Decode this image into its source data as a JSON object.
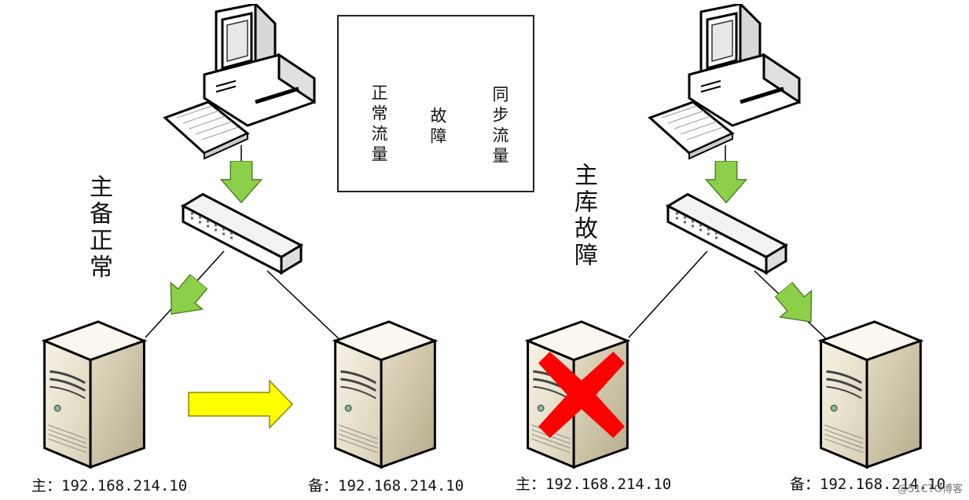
{
  "legend": {
    "normal": "正常流量",
    "fault": "故障",
    "sync": "同步流量"
  },
  "left_scenario": {
    "label": "主备正常",
    "primary_ip": "主：192.168.214.10",
    "backup_ip": "备：192.168.214.10"
  },
  "right_scenario": {
    "label": "主库故障",
    "primary_ip": "主：192.168.214.10",
    "backup_ip": "备：192.168.214.10"
  },
  "watermark": "@51CTO博客",
  "colors": {
    "normal_arrow": "#8CD04A",
    "sync_arrow": "#FFFF00",
    "fault": "#FF0000"
  }
}
